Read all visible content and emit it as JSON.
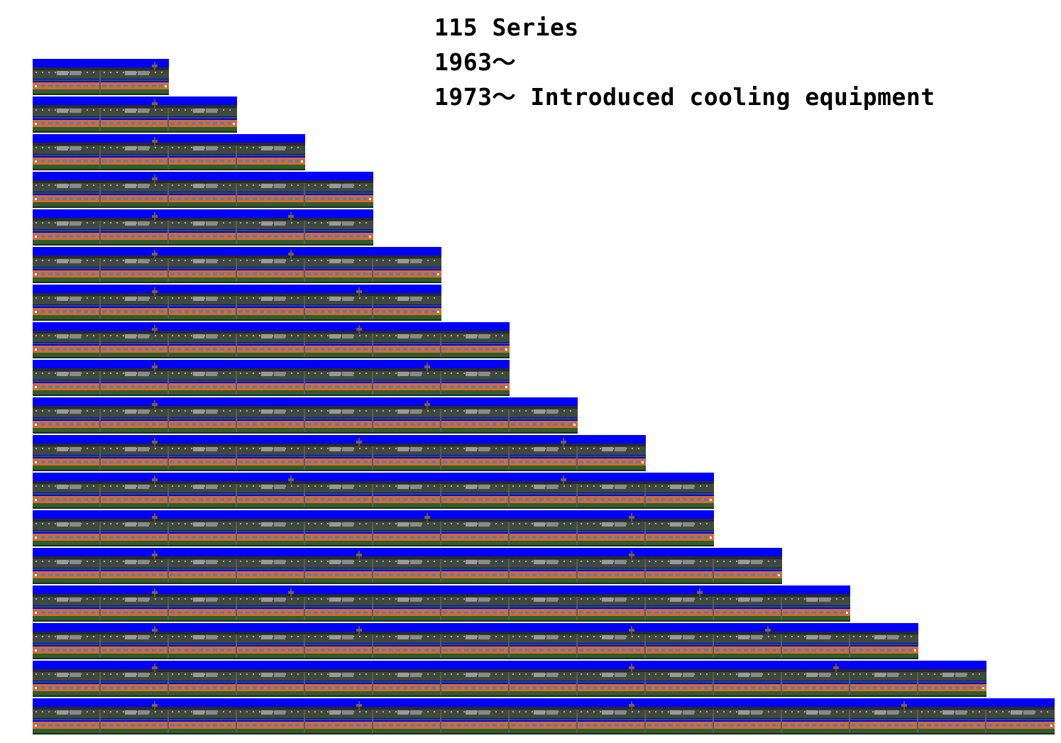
{
  "caption": {
    "title": "115 Series",
    "line2": "1963〜",
    "line3": "1973〜 Introduced cooling equipment"
  },
  "colors": {
    "sky": "#0000ff",
    "body_orange": "#d86b2a",
    "body_green": "#2f5d2b",
    "roof": "#2a2a2a"
  },
  "formations": [
    {
      "cars": 2,
      "pantographs": [
        2
      ]
    },
    {
      "cars": 3,
      "pantographs": [
        2
      ]
    },
    {
      "cars": 4,
      "pantographs": [
        2
      ]
    },
    {
      "cars": 5,
      "pantographs": [
        2
      ]
    },
    {
      "cars": 5,
      "pantographs": [
        2,
        4
      ]
    },
    {
      "cars": 6,
      "pantographs": [
        2,
        4
      ]
    },
    {
      "cars": 6,
      "pantographs": [
        2,
        5
      ]
    },
    {
      "cars": 7,
      "pantographs": [
        2,
        5
      ]
    },
    {
      "cars": 7,
      "pantographs": [
        2,
        6
      ]
    },
    {
      "cars": 8,
      "pantographs": [
        2,
        6
      ]
    },
    {
      "cars": 9,
      "pantographs": [
        2,
        5,
        8
      ]
    },
    {
      "cars": 10,
      "pantographs": [
        2,
        4,
        8
      ]
    },
    {
      "cars": 10,
      "pantographs": [
        2,
        6,
        9
      ]
    },
    {
      "cars": 11,
      "pantographs": [
        2,
        5,
        9
      ]
    },
    {
      "cars": 12,
      "pantographs": [
        2,
        4,
        10
      ]
    },
    {
      "cars": 13,
      "pantographs": [
        2,
        5,
        9,
        11
      ]
    },
    {
      "cars": 14,
      "pantographs": [
        2,
        9,
        12
      ]
    },
    {
      "cars": 15,
      "pantographs": [
        2,
        5,
        9,
        13
      ]
    }
  ]
}
